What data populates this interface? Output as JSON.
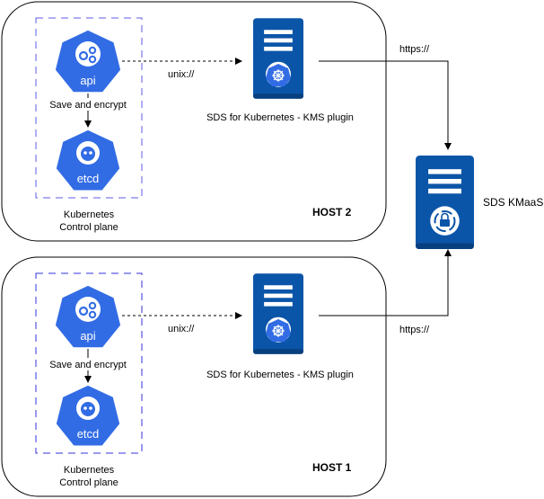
{
  "colors": {
    "k8s_blue": "#326CE5",
    "server_blue": "#0B55A8",
    "dashed_box": "#3333DD",
    "line": "#000000"
  },
  "hosts": [
    {
      "id": "host2",
      "title": "HOST 2",
      "control_plane": {
        "label_line1": "Kubernetes",
        "label_line2": "Control plane",
        "api": {
          "text": "api",
          "icon": "kubernetes-api-icon"
        },
        "etcd": {
          "text": "etcd",
          "icon": "kubernetes-etcd-icon"
        },
        "edge_label": "Save and encrypt"
      },
      "plugin": {
        "label": "SDS for Kubernetes - KMS plugin",
        "icon": "server-kubernetes-icon"
      },
      "socket_label": "unix://",
      "link_label": "https://"
    },
    {
      "id": "host1",
      "title": "HOST 1",
      "control_plane": {
        "label_line1": "Kubernetes",
        "label_line2": "Control plane",
        "api": {
          "text": "api",
          "icon": "kubernetes-api-icon"
        },
        "etcd": {
          "text": "etcd",
          "icon": "kubernetes-etcd-icon"
        },
        "edge_label": "Save and encrypt"
      },
      "plugin": {
        "label": "SDS for Kubernetes - KMS plugin",
        "icon": "server-kubernetes-icon"
      },
      "socket_label": "unix://",
      "link_label": "https://"
    }
  ],
  "kmaas": {
    "label": "SDS KMaaS",
    "icon": "server-lock-icon"
  }
}
